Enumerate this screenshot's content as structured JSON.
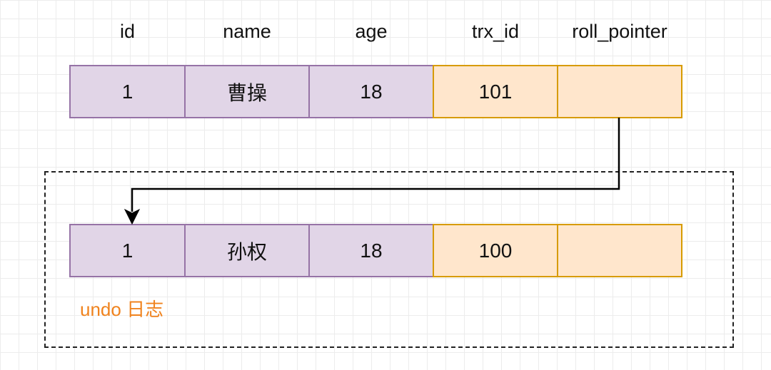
{
  "columns": [
    "id",
    "name",
    "age",
    "trx_id",
    "roll_pointer"
  ],
  "current_row": {
    "id": "1",
    "name": "曹操",
    "age": "18",
    "trx_id": "101",
    "roll_pointer": ""
  },
  "undo_row": {
    "id": "1",
    "name": "孙权",
    "age": "18",
    "trx_id": "100",
    "roll_pointer": ""
  },
  "undo_label": "undo 日志",
  "colors": {
    "purple_fill": "#e1d5e7",
    "purple_stroke": "#9673a6",
    "orange_fill": "#ffe6cc",
    "orange_stroke": "#d79b00",
    "label_text": "#f0831e"
  }
}
